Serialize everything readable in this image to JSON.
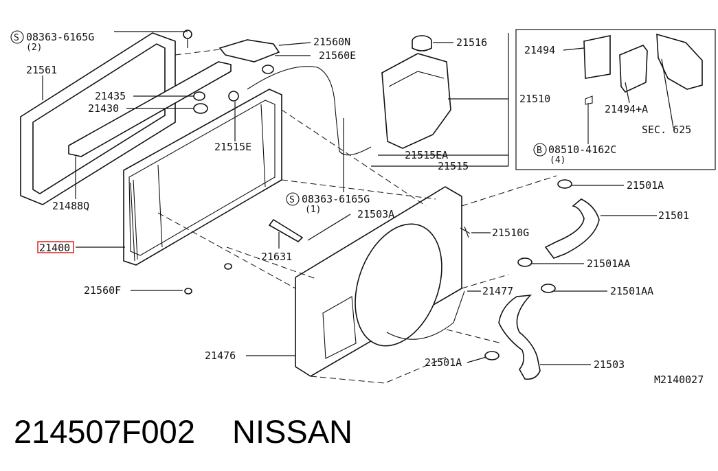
{
  "labels": {
    "screw_top": "08363-6165G",
    "screw_top_qty": "(2)",
    "seal": "21561",
    "clamp_21435": "21435",
    "cap_21430": "21430",
    "lower_bracket": "21488Q",
    "radiator": "21400",
    "mount_lower": "21560F",
    "bracket_upper": "21560N",
    "bushing_upper": "21560E",
    "drain": "21515E",
    "screw_mid": "08363-6165G",
    "screw_mid_qty": "(1)",
    "hose_21631": "21631",
    "clip_21503A": "21503A",
    "reservoir_cap": "21516",
    "reservoir": "21510",
    "hose_clip_21515EA": "21515EA",
    "overflow_hose": "21515",
    "bolt_21510G": "21510G",
    "shroud": "21476",
    "shroud_lower": "21477",
    "clamp_upper": "21501A",
    "upper_hose": "21501",
    "clamp_aa_1": "21501AA",
    "clamp_aa_2": "21501AA",
    "clamp_lower": "21501A",
    "lower_hose": "21503",
    "inset_bracket": "21494",
    "inset_bracket_a": "21494+A",
    "inset_sec": "SEC. 625",
    "inset_bolt": "08510-4162C",
    "inset_bolt_qty": "(4)",
    "diagram_code": "M2140027",
    "circle_s": "S",
    "circle_b": "B"
  },
  "footer": {
    "part_number": "214507F002",
    "brand": "NISSAN"
  },
  "highlight_color": "#e0302a"
}
